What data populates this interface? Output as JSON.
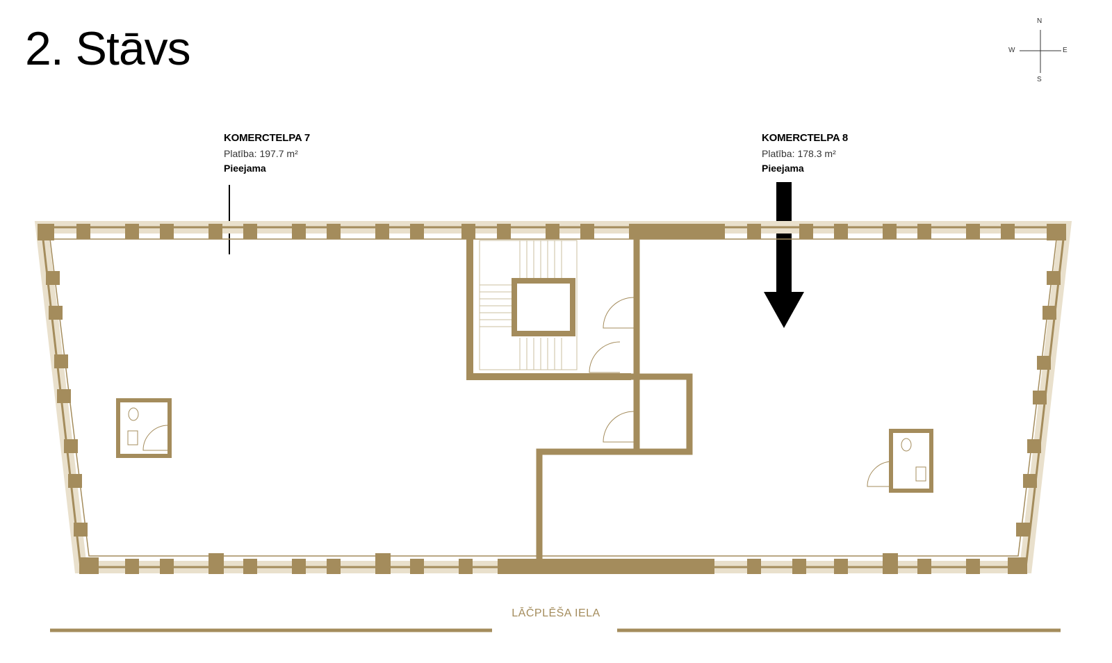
{
  "floor": {
    "title": "2. Stāvs"
  },
  "compass": {
    "north": "N",
    "south": "S",
    "east": "E",
    "west": "W"
  },
  "units": [
    {
      "name": "KOMERCTELPA 7",
      "area_label": "Platība:",
      "area_value": "197.7 m²",
      "status": "Pieejama"
    },
    {
      "name": "KOMERCTELPA 8",
      "area_label": "Platība:",
      "area_value": "178.3 m²",
      "status": "Pieejama"
    }
  ],
  "street": {
    "name": "LĀČPLĒŠA IELA"
  },
  "colors": {
    "wall": "#a48c5c",
    "window": "#e9e0cc",
    "arrow": "#000000"
  }
}
